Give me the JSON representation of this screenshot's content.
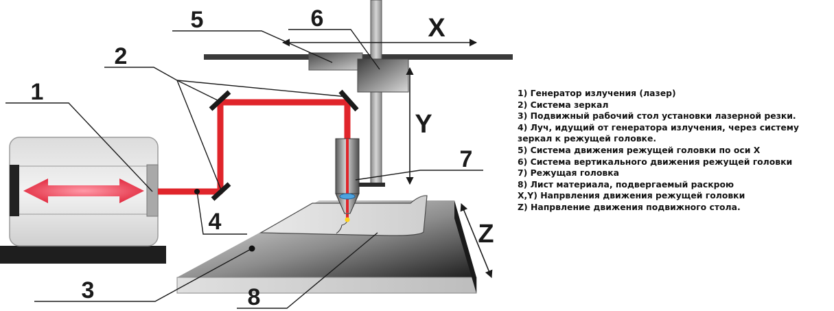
{
  "callouts": {
    "c1": "1",
    "c2": "2",
    "c3": "3",
    "c4": "4",
    "c5": "5",
    "c6": "6",
    "c7": "7",
    "c8": "8"
  },
  "axes": {
    "x": "X",
    "y": "Y",
    "z": "Z"
  },
  "legend": [
    "1) Генератор излучения (лазер)",
    "2) Система зеркал",
    "3) Подвижный рабочий стол установки лазерной резки.",
    "4) Луч, идущий от генератора излучения, через систему зеркал к режущей головке.",
    "5) Система движения режущей головки по оси X",
    "6) Система вертикального движения режущей головки",
    "7) Режущая головка",
    "8) Лист материала, подвергаемый раскрою",
    "X,Y) Напрвления движения режущей головки",
    "Z) Напрвление движения подвижного стола."
  ],
  "colors": {
    "beam": "#e0252b",
    "outline": "#1a1a1a"
  }
}
